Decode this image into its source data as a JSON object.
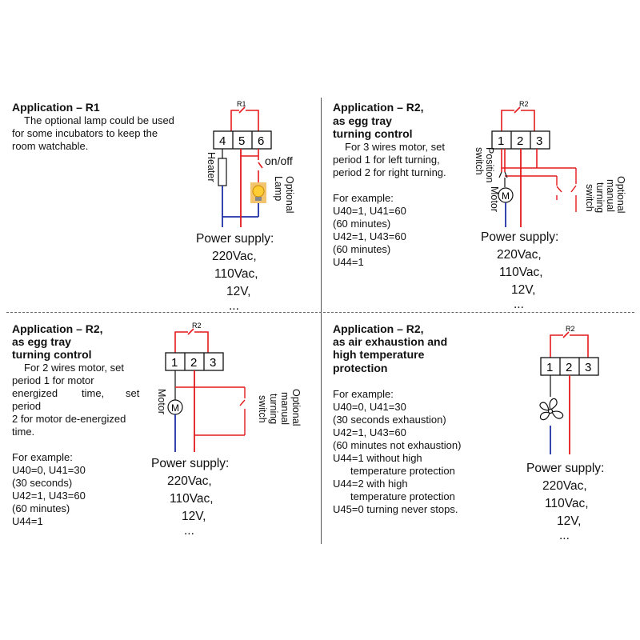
{
  "colors": {
    "live": "#e41a1c",
    "neutral": "#1f2fa8",
    "lamp": "#ffcc33",
    "lamp_bg": "#f2c46d"
  },
  "p1": {
    "title": "Application – R1",
    "lines": [
      "The optional lamp could be used",
      "for some incubators to keep the",
      "room watchable."
    ],
    "relay": "R1",
    "terminals": [
      "4",
      "5",
      "6"
    ],
    "heater": "Heater",
    "onoff": "on/off",
    "lamp_label_1": "Optional",
    "lamp_label_2": "Lamp",
    "power": [
      "Power supply:",
      "220Vac,",
      "110Vac,",
      "12V,",
      "..."
    ]
  },
  "p2": {
    "title_1": "Application – R2,",
    "title_2": "as egg tray",
    "title_3": "turning control",
    "lines": [
      "For 3 wires motor, set",
      "period 1 for left turning,",
      "period 2 for right turning."
    ],
    "example": [
      "For example:",
      "U40=1, U41=60",
      "(60 minutes)",
      "U42=1, U43=60",
      "(60 minutes)",
      "U44=1"
    ],
    "relay": "R2",
    "terminals": [
      "1",
      "2",
      "3"
    ],
    "position_1": "Position",
    "position_2": "switch",
    "motor": "Motor",
    "motor_symbol": "M",
    "manual_1": "Optional",
    "manual_2": "manual",
    "manual_3": "turning",
    "manual_4": "switch",
    "power": [
      "Power supply:",
      "220Vac,",
      "110Vac,",
      "12V,",
      "..."
    ]
  },
  "p3": {
    "title_1": "Application – R2,",
    "title_2": "as egg tray",
    "title_3": "turning control",
    "line_1": "For 2 wires motor, set",
    "line_2": "period 1 for motor",
    "line_3a": "energized",
    "line_3b": "time,",
    "line_3c": "set",
    "line_4": "period",
    "line_5": "2 for motor de-energized",
    "line_6": "time.",
    "example": [
      "For example:",
      "U40=0, U41=30",
      "(30 seconds)",
      "U42=1, U43=60",
      "(60 minutes)",
      "U44=1"
    ],
    "relay": "R2",
    "terminals": [
      "1",
      "2",
      "3"
    ],
    "motor": "Motor",
    "motor_symbol": "M",
    "manual_1": "Optional",
    "manual_2": "manual",
    "manual_3": "turning",
    "manual_4": "switch",
    "power": [
      "Power supply:",
      "220Vac,",
      "110Vac,",
      "12V,",
      "..."
    ]
  },
  "p4": {
    "title_1": "Application – R2,",
    "title_2": "as air exhaustion and",
    "title_3": "high temperature",
    "title_4": "protection",
    "example": [
      "For example:",
      "U40=0, U41=30",
      "(30 seconds exhaustion)",
      "U42=1, U43=60",
      "(60 minutes not exhaustion)",
      "U44=1 without high",
      "temperature protection",
      "U44=2 with high",
      "temperature protection",
      "U45=0 turning never stops."
    ],
    "relay": "R2",
    "terminals": [
      "1",
      "2",
      "3"
    ],
    "power": [
      "Power supply:",
      "220Vac,",
      "110Vac,",
      "12V,",
      "..."
    ]
  }
}
